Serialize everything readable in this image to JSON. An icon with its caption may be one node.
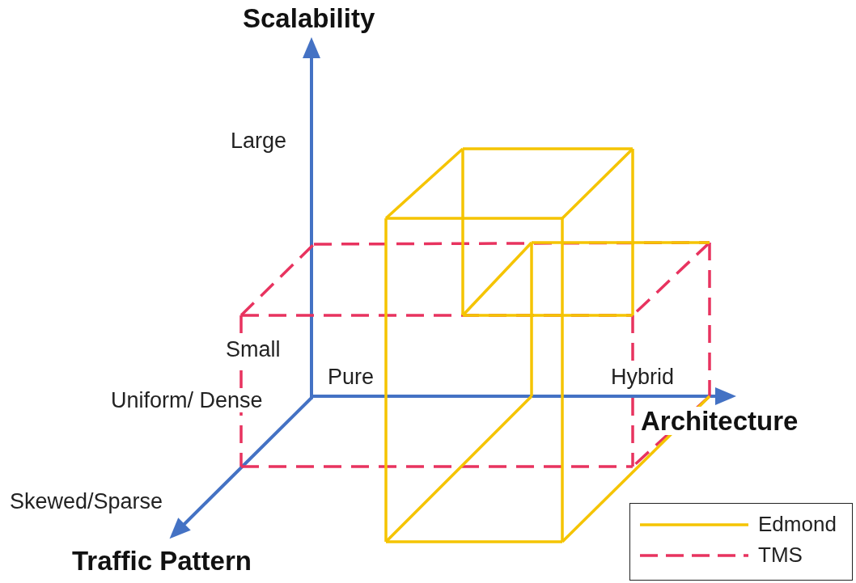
{
  "diagram": {
    "labels": [
      "Scalability",
      "Large",
      "Small",
      "Pure",
      "Hybrid",
      "Uniform/ Dense",
      "Architecture",
      "Skewed/Sparse",
      "Traffic Pattern"
    ],
    "legend": [
      {
        "text": "Edmond"
      },
      {
        "text": "TMS"
      }
    ]
  }
}
